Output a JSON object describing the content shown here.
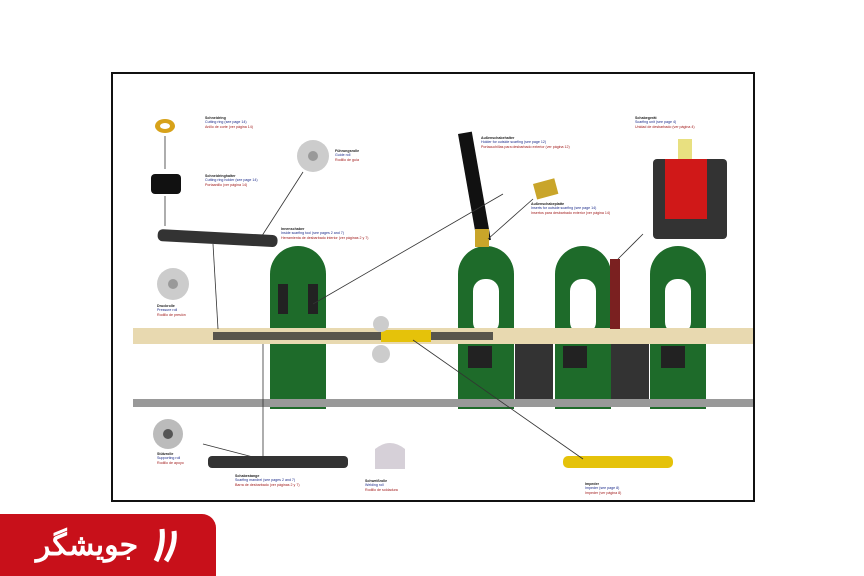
{
  "labels": [
    {
      "title": "Schneidring",
      "en": "Cutting ring (see page 14)",
      "es": "Anillo de corte (ver página 14)"
    },
    {
      "title": "Schneidringhalter",
      "en": "Cutting ring holder (see page 14)",
      "es": "Portaanillo (ver página 14)"
    },
    {
      "title": "Führungsrolle",
      "en": "Guide roll",
      "es": "Rodillo de guía"
    },
    {
      "title": "Innenschaber",
      "en": "Inside scarfing tool (see pages 2 and 7)",
      "es": "Herramienta de desbarbado interior (ver páginas 2 y 7)"
    },
    {
      "title": "Druckrolle",
      "en": "Pressure roll",
      "es": "Rodillo de presión"
    },
    {
      "title": "Außenschabehalter",
      "en": "Holder for outside scarfing (see page 12)",
      "es": "Portacuchillas para desbarbado exterior (ver página 12)"
    },
    {
      "title": "Außenschabeplatte",
      "en": "Inserts for outside scarfing (see page 14)",
      "es": "Insertos para desbarbado exterior (ver página 14)"
    },
    {
      "title": "Schabegerät",
      "en": "Scarfing unit (see page 4)",
      "es": "Unidad de desbarbado (ver página 4)"
    },
    {
      "title": "Stützrolle",
      "en": "Supporting roll",
      "es": "Rodillo de apoyo"
    },
    {
      "title": "Schabestange",
      "en": "Scarfing mandrel (see pages 2 and 7)",
      "es": "Barra de desbarbado (ver páginas 2 y 7)"
    },
    {
      "title": "Schweißrolle",
      "en": "Welding roll",
      "es": "Rodillo de soldadura"
    },
    {
      "title": "Impeder",
      "en": "Impeder (see page 8)",
      "es": "Impeder (ver página 8)"
    }
  ],
  "logo": {
    "text": "جویشگر"
  },
  "colors": {
    "green": "#1e6b2a",
    "tube": "#e8d9b0",
    "yellow": "#e5c20a",
    "logo": "#c8101a"
  }
}
